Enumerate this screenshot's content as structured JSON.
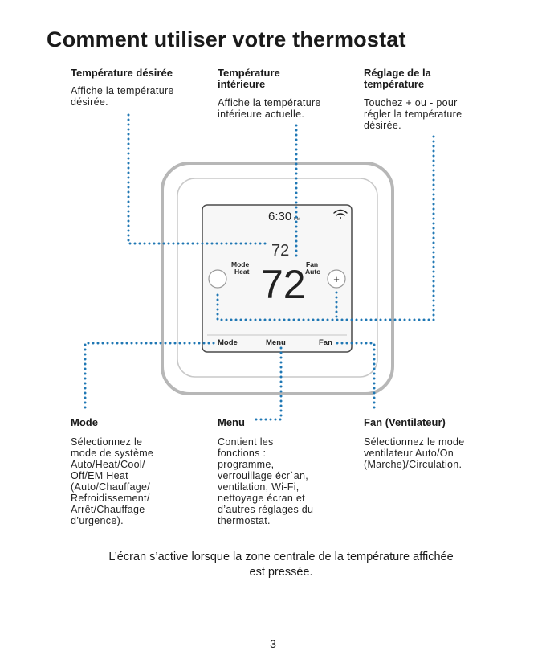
{
  "page_title": "Comment utiliser votre thermostat",
  "callouts": {
    "desired_temp": {
      "title": "Température désirée",
      "body": "Affiche la température\ndésirée."
    },
    "indoor_temp": {
      "title": "Température\nintérieure",
      "body": "Affiche la température\nintérieure actuelle."
    },
    "temp_adjust": {
      "title": "Réglage de la\ntempérature",
      "body": "Touchez + ou - pour\nrégler la température\ndésirée."
    },
    "mode": {
      "title": "Mode",
      "body": "Sélectionnez le\nmode de système\nAuto/Heat/Cool/\nOff/EM Heat\n(Auto/Chauffage/\nRefroidissement/\nArrêt/Chauffage\nd’urgence)."
    },
    "menu": {
      "title": "Menu",
      "body": "Contient les\nfonctions :\nprogramme,\nverrouillage écr`an,\nventilation, Wi-Fi,\nnettoyage écran et\nd’autres réglages du\nthermostat."
    },
    "fan": {
      "title": "Fan (Ventilateur)",
      "body": "Sélectionnez le mode\nventilateur Auto/On\n(Marche)/Circulation."
    }
  },
  "thermostat": {
    "time": "6:30",
    "time_suffix": "PM",
    "desired_temperature": "72",
    "indoor_temperature": "72",
    "mode_label": "Mode",
    "mode_value": "Heat",
    "fan_label": "Fan",
    "fan_value": "Auto",
    "minus_symbol": "–",
    "plus_symbol": "+",
    "softkeys": {
      "mode": "Mode",
      "menu": "Menu",
      "fan": "Fan"
    }
  },
  "colors": {
    "leader_dots": "#1f77b4",
    "device_border": "#b7b7b7",
    "text": "#1a1a1a"
  },
  "footer_note": "L’écran s’active lorsque la zone centrale de la température affichée\nest pressée.",
  "page_number": "3"
}
